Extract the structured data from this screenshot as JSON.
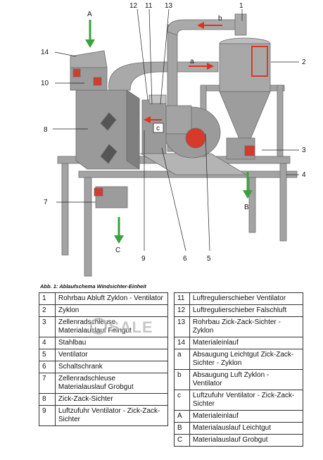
{
  "figure": {
    "callouts": [
      "1",
      "2",
      "3",
      "4",
      "5",
      "6",
      "7",
      "8",
      "9",
      "10",
      "11",
      "12",
      "13",
      "14"
    ],
    "flow_markers": [
      "A",
      "B",
      "C"
    ],
    "pipe_arrow_labels": [
      "a",
      "b",
      "c"
    ],
    "colors": {
      "flow_arrow": "#3aa23a",
      "pipe_arrow": "#e03024",
      "machine": "#8f8f8f",
      "frame": "#9a9a9a",
      "motor": "#d63a2a"
    }
  },
  "caption": "Abb. 1: Ablaufschema Windsichter-Einheit",
  "legend_left": [
    {
      "key": "1",
      "text": "Rohrbau Abluft Zyklon - Ventilator"
    },
    {
      "key": "2",
      "text": "Zyklon"
    },
    {
      "key": "3",
      "text": "Zellenradschleuse Materialauslauf Feingut"
    },
    {
      "key": "4",
      "text": "Stahlbau"
    },
    {
      "key": "5",
      "text": "Ventilator"
    },
    {
      "key": "6",
      "text": "Schaltschrank"
    },
    {
      "key": "7",
      "text": "Zellenradschleuse Materialauslauf Grobgut"
    },
    {
      "key": "8",
      "text": "Zick-Zack-Sichter"
    },
    {
      "key": "9",
      "text": "Luftzufuhr Ventilator - Zick-Zack-Sichter"
    }
  ],
  "legend_right": [
    {
      "key": "11",
      "text": "Luftregulierschieber Ventilator"
    },
    {
      "key": "12",
      "text": "Luftregulierschieber Falschluft"
    },
    {
      "key": "13",
      "text": "Rohrbau Zick-Zack-Sichter - Zyklon"
    },
    {
      "key": "14",
      "text": "Materialeinlauf"
    },
    {
      "key": "a",
      "text": "Absaugung Leichtgut Zick-Zack-Sichter - Zyklon"
    },
    {
      "key": "b",
      "text": "Absaugung Luft Zyklon - Ventilator"
    },
    {
      "key": "c",
      "text": "Luftzufuhr Ventilator - Zick-Zack-Sichter"
    },
    {
      "key": "A",
      "text": "Materialeinlauf"
    },
    {
      "key": "B",
      "text": "Materialauslauf Leichtgut"
    },
    {
      "key": "C",
      "text": "Materialauslauf Grobgut"
    }
  ],
  "watermark": "SALE"
}
